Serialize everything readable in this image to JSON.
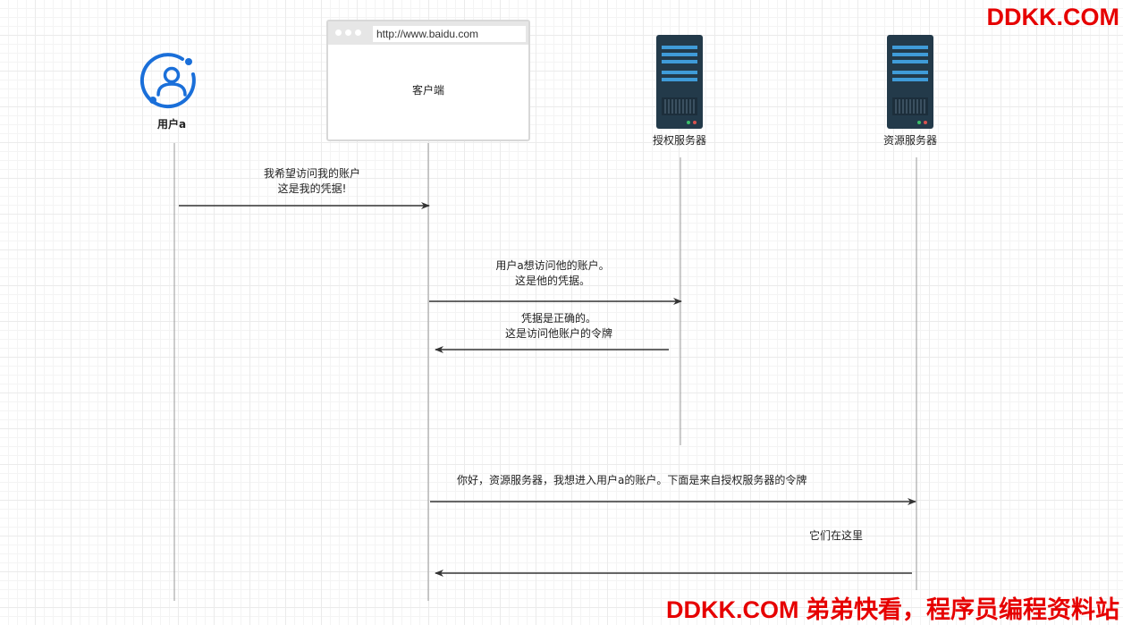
{
  "watermark": {
    "top": "DDKK.COM",
    "bottom": "DDKK.COM 弟弟快看，程序员编程资料站"
  },
  "actors": {
    "user": {
      "label": "用户a",
      "icon": "user-circle-icon"
    },
    "client": {
      "label": "客户端",
      "url": "http://www.baidu.com",
      "icon": "browser-window-icon"
    },
    "auth_server": {
      "label": "授权服务器",
      "icon": "server-icon"
    },
    "resource_server": {
      "label": "资源服务器",
      "icon": "server-icon"
    }
  },
  "messages": [
    {
      "lines": [
        "我希望访问我的账户",
        "这是我的凭据!"
      ]
    },
    {
      "lines": [
        "用户a想访问他的账户。",
        "这是他的凭据。"
      ]
    },
    {
      "lines": [
        "凭据是正确的。",
        "这是访问他账户的令牌"
      ]
    },
    {
      "lines": [
        "你好，资源服务器，我想进入用户a的账户。下面是来自授权服务器的令牌"
      ]
    },
    {
      "lines": [
        "它们在这里"
      ]
    }
  ],
  "colors": {
    "watermark": "#e60000",
    "user_icon": "#1a6fd9",
    "server_body": "#233a4a",
    "server_accent": "#3f9bd8",
    "line": "#333333",
    "lifeline": "#999999"
  }
}
